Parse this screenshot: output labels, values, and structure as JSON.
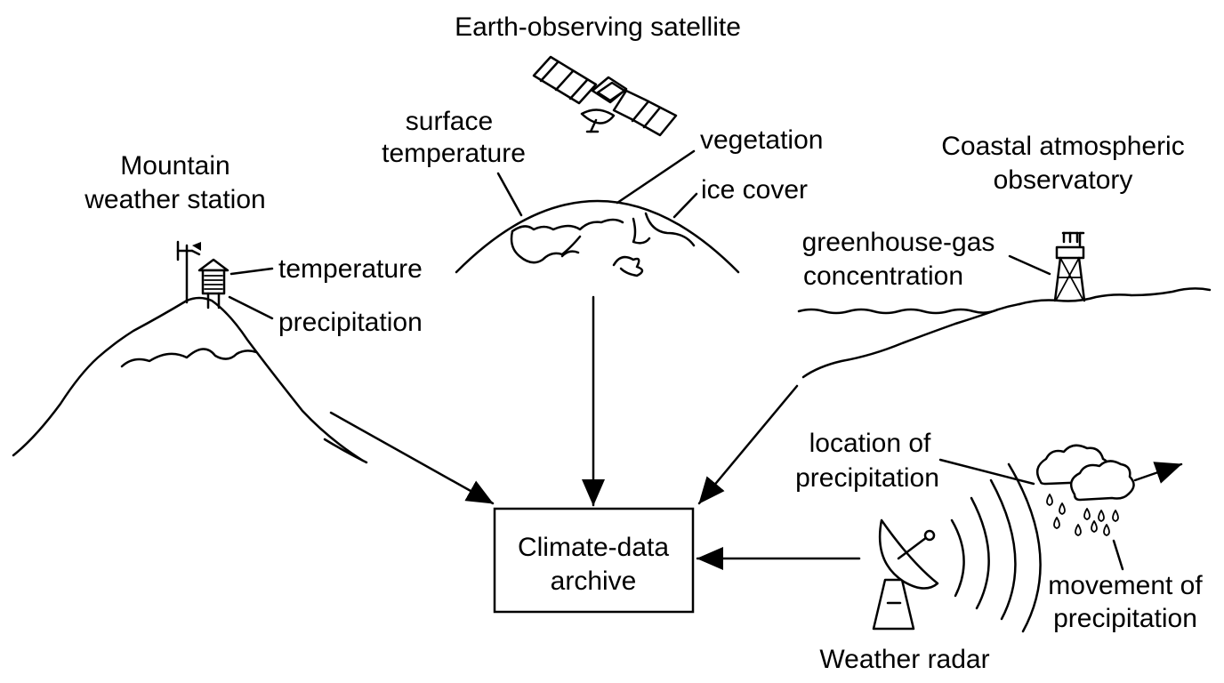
{
  "labels": {
    "satellite": "Earth-observing satellite",
    "surface_temperature_1": "surface",
    "surface_temperature_2": "temperature",
    "vegetation": "vegetation",
    "ice_cover": "ice cover",
    "mountain_station_1": "Mountain",
    "mountain_station_2": "weather station",
    "temperature": "temperature",
    "precipitation": "precipitation",
    "coastal_observatory_1": "Coastal atmospheric",
    "coastal_observatory_2": "observatory",
    "greenhouse_gas_1": "greenhouse-gas",
    "greenhouse_gas_2": "concentration",
    "archive_1": "Climate-data",
    "archive_2": "archive",
    "location_precip_1": "location of",
    "location_precip_2": "precipitation",
    "movement_precip_1": "movement of",
    "movement_precip_2": "precipitation",
    "weather_radar": "Weather radar"
  }
}
